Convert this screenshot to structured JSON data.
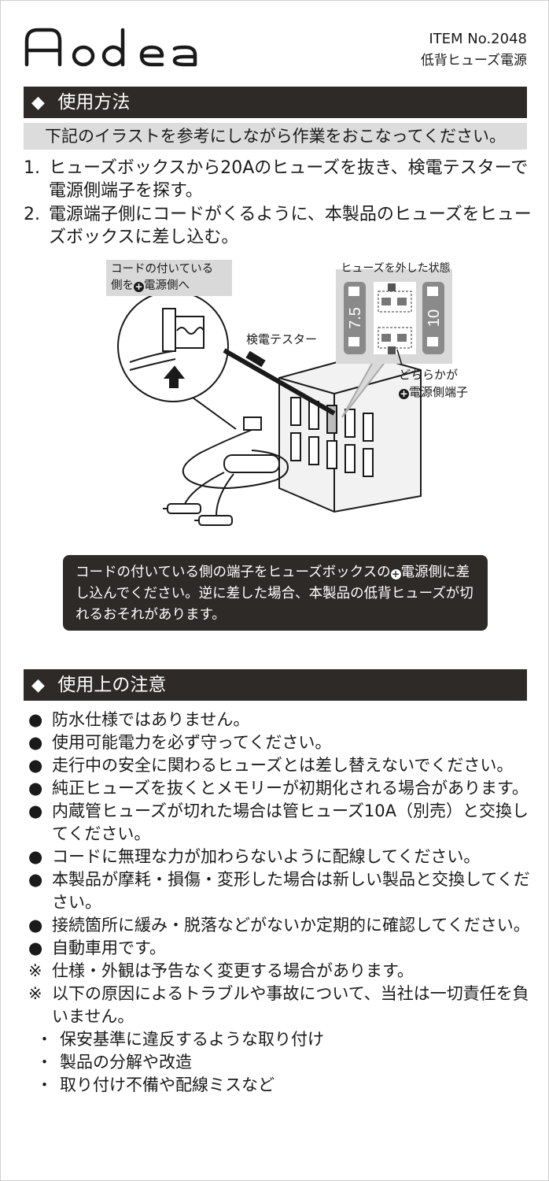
{
  "brand": {
    "logo_text": "Aodea"
  },
  "item": {
    "number": "ITEM No.2048",
    "name": "低背ヒューズ電源"
  },
  "usage": {
    "heading": "使用方法",
    "intro": "下記のイラストを参考にしながら作業をおこなってください。",
    "steps": [
      {
        "num": "1.",
        "text": "ヒューズボックスから20Aのヒューズを抜き、検電テスターで電源側端子を探す。"
      },
      {
        "num": "2.",
        "text": "電源端子側にコードがくるように、本製品のヒューズをヒューズボックスに差し込む。"
      }
    ]
  },
  "illustration": {
    "callout_line1": "コードの付いている",
    "callout_line2_pre": "側を",
    "callout_line2_post": "電源側へ",
    "fuse_panel_title": "ヒューズを外した状態",
    "fuse_left_rating": "7.5",
    "fuse_right_rating": "10",
    "tester_label": "検電テスター",
    "either_line1": "どちらかが",
    "either_line2": "電源側端子"
  },
  "notice": {
    "part1": "コードの付いている側の端子をヒューズボックスの",
    "part2": "電源側に差し込んでください。逆に差した場合、本製品の低背ヒューズが切れるおそれがあります。"
  },
  "cautions": {
    "heading": "使用上の注意",
    "bullet": "●",
    "note_mark": "※",
    "dot_mark": "・",
    "items": [
      "防水仕様ではありません。",
      "使用可能電力を必ず守ってください。",
      "走行中の安全に関わるヒューズとは差し替えないでください。",
      "純正ヒューズを抜くとメモリーが初期化される場合があります。",
      "内蔵管ヒューズが切れた場合は管ヒューズ10A（別売）と交換してください。",
      "コードに無理な力が加わらないように配線してください。",
      "本製品が摩耗・損傷・変形した場合は新しい製品と交換してください。",
      "接続箇所に緩み・脱落などがないか定期的に確認してください。",
      "自動車用です。"
    ],
    "notes": [
      "仕様・外観は予告なく変更する場合があります。",
      "以下の原因によるトラブルや事故について、当社は一切責任を負いません。"
    ],
    "sub_items": [
      "保安基準に違反するような取り付け",
      "製品の分解や改造",
      "取り付け不備や配線ミスなど"
    ]
  },
  "colors": {
    "dark_bar": "#2e2a28",
    "light_bar": "#dcdcdc"
  }
}
